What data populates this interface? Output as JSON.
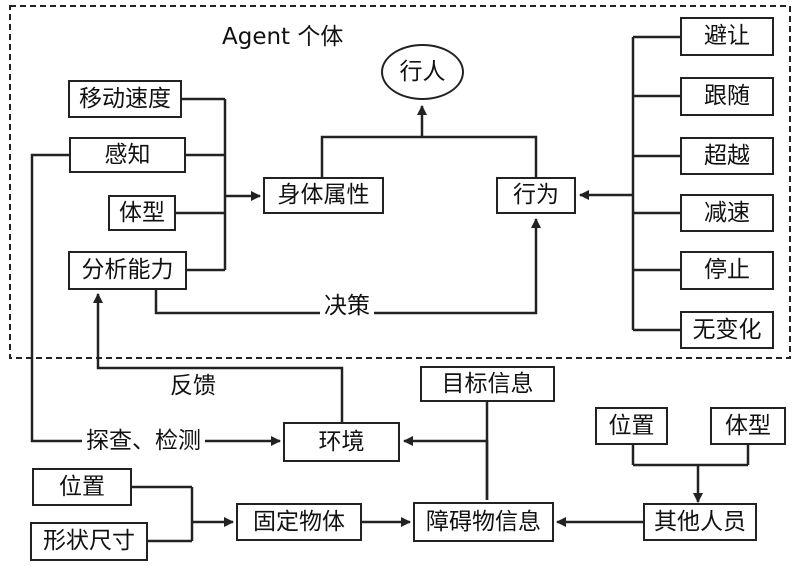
{
  "agent_group": {
    "title": "Agent 个体"
  },
  "nodes": {
    "pedestrian": "行人",
    "move_speed": "移动速度",
    "perception": "感知",
    "body_type": "体型",
    "analysis": "分析能力",
    "body_attr": "身体属性",
    "behavior": "行为",
    "avoid": "避让",
    "follow": "跟随",
    "overtake": "超越",
    "decelerate": "减速",
    "stop": "停止",
    "no_change": "无变化",
    "environment": "环境",
    "target_info": "目标信息",
    "position_left": "位置",
    "shape_size": "形状尺寸",
    "fixed_object": "固定物体",
    "obstacle_info": "障碍物信息",
    "others": "其他人员",
    "position_right": "位置",
    "body_type_right": "体型"
  },
  "edge_labels": {
    "decision": "决策",
    "feedback": "反馈",
    "explore_detect": "探查、检测"
  }
}
